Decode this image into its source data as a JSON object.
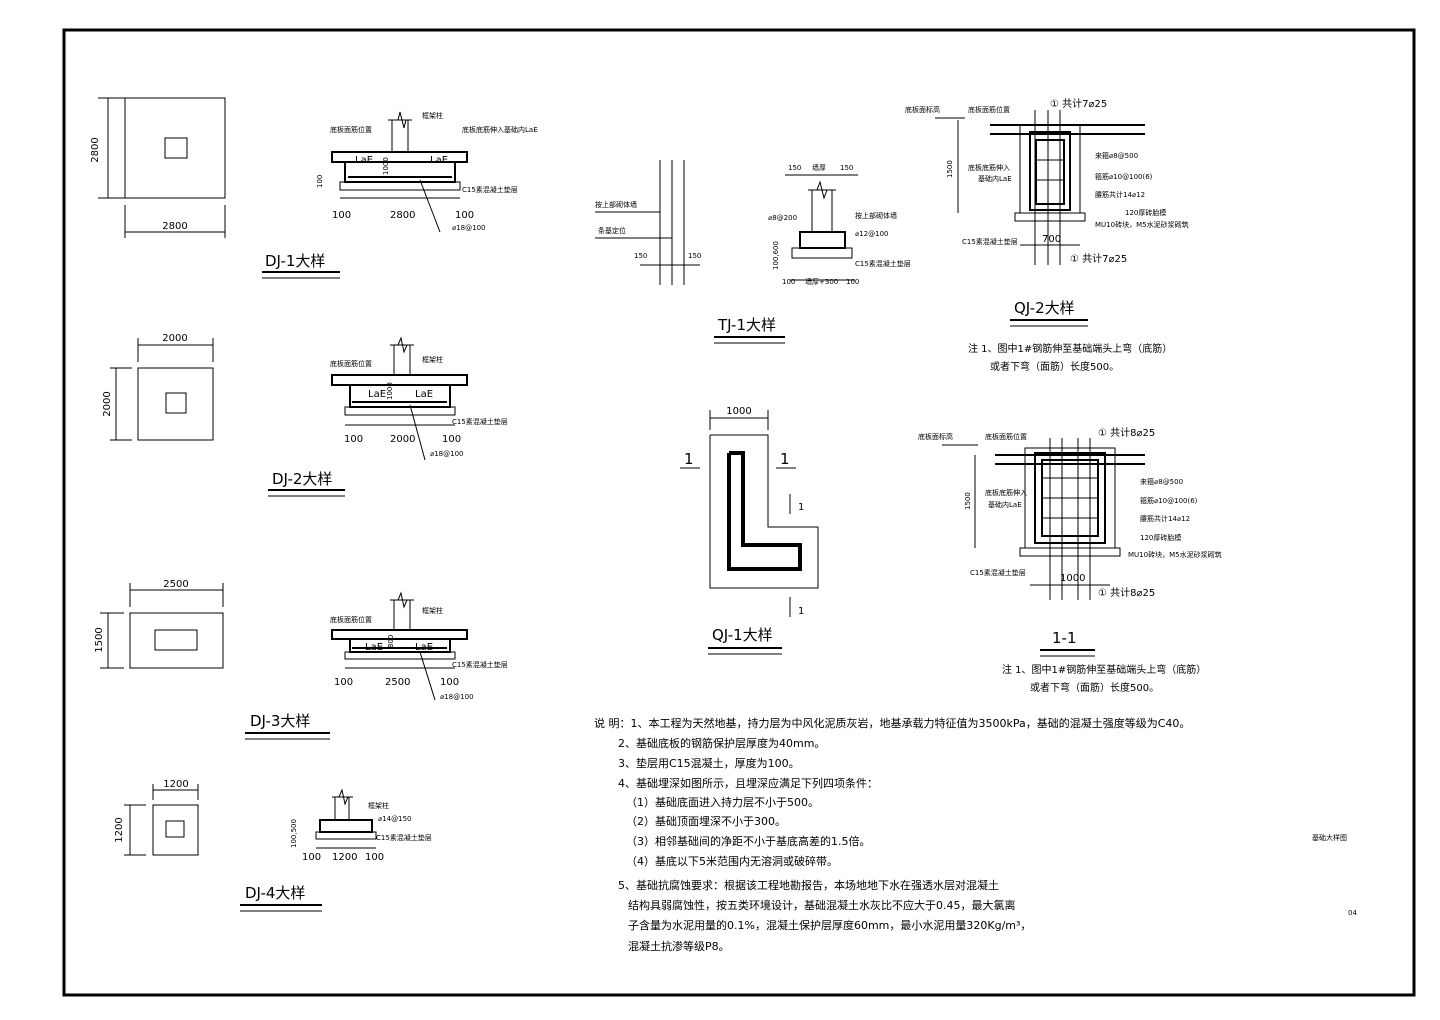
{
  "dj1": {
    "plan_dim_width": "2800",
    "plan_dim_height": "2800",
    "title": "DJ-1大样",
    "lbl_slab_top": "底板面筋位置",
    "lbl_column": "框架柱",
    "lbl_anchor": "底板底筋伸入基础内LaE",
    "lbl_lae_left": "LaE",
    "lbl_lae_right": "LaE",
    "dim_depth": "1000",
    "dim_cushion": "100",
    "lbl_c15": "C15素混凝土垫层",
    "dim_left": "100",
    "dim_base": "2800",
    "dim_right": "100",
    "lbl_rebar": "⌀18@100"
  },
  "dj2": {
    "plan_dim_width": "2000",
    "plan_dim_height": "2000",
    "title": "DJ-2大样",
    "lbl_slab_top": "底板面筋位置",
    "lbl_column": "框架柱",
    "lbl_lae_left": "LaE",
    "lbl_lae_right": "LaE",
    "dim_depth": "1000",
    "lbl_c15": "C15素混凝土垫层",
    "dim_left": "100",
    "dim_base": "2000",
    "dim_right": "100",
    "lbl_rebar": "⌀18@100"
  },
  "dj3": {
    "plan_dim_width": "2500",
    "plan_dim_height": "1500",
    "title": "DJ-3大样",
    "lbl_slab_top": "底板面筋位置",
    "lbl_column": "框架柱",
    "lbl_lae_left": "LaE",
    "lbl_lae_right": "LaE",
    "dim_depth": "800",
    "lbl_c15": "C15素混凝土垫层",
    "dim_left": "100",
    "dim_base": "2500",
    "dim_right": "100",
    "lbl_rebar": "⌀18@100"
  },
  "dj4": {
    "plan_dim_width": "1200",
    "plan_dim_height": "1200",
    "title": "DJ-4大样",
    "lbl_column": "框架柱",
    "lbl_rebar": "⌀14@150",
    "lbl_c15": "C15素混凝土垫层",
    "dim_depth": "100,500",
    "dim_left": "100",
    "dim_base": "1200",
    "dim_right": "100"
  },
  "tj1": {
    "title": "TJ-1大样",
    "lbl_wall": "按上部砌体墙",
    "lbl_plan": "条基定位",
    "dim_plan_a": "150",
    "dim_plan_b": "150",
    "dim_top_left": "150",
    "lbl_top_mid": "墙厚",
    "dim_top_right": "150",
    "lbl_rebar_top": "⌀8@200",
    "lbl_wall_r": "按上部砌体墙",
    "lbl_rebar_b": "⌀12@100",
    "dim_h": "100,600",
    "lbl_c15": "C15素混凝土垫层",
    "dim_bot": "100",
    "dim_bot_mid": "墙厚+300",
    "dim_bot_r": "100"
  },
  "qj1": {
    "title": "QJ-1大样",
    "dim_top": "1000",
    "sec_left": "1",
    "sec_right": "1",
    "sec_top": "1",
    "sec_bot": "1"
  },
  "qj2": {
    "title": "QJ-2大样",
    "lbl_slab_elev": "底板面标高",
    "lbl_slab_top": "底板面筋位置",
    "lbl_rebar_top": "① 共计7⌀25",
    "lbl_anchor": "底板底筋伸入",
    "lbl_anchor2": "基础内LaE",
    "dim_h": "1500",
    "lbl_r1": "来箍⌀8@500",
    "lbl_r2": "箍筋⌀10@100(6)",
    "lbl_r3": "腰筋共计14⌀12",
    "lbl_r4": "120厚砖胎模",
    "lbl_r5": "MU10砖块，M5水泥砂浆砌筑",
    "lbl_c15": "C15素混凝土垫层",
    "dim_w": "700",
    "lbl_rebar_bot": "① 共计7⌀25",
    "note1": "注 1、图中1#钢筋伸至基础端头上弯（底筋）",
    "note2": "或者下弯（面筋）长度500。"
  },
  "sec11": {
    "title": "1-1",
    "lbl_slab_elev": "底板面标高",
    "lbl_slab_top": "底板面筋位置",
    "lbl_rebar_top": "① 共计8⌀25",
    "lbl_anchor": "底板底筋伸入",
    "lbl_anchor2": "基础内LaE",
    "dim_h": "1500",
    "lbl_r1": "来箍⌀8@500",
    "lbl_r2": "箍筋⌀10@100(6)",
    "lbl_r3": "腰筋共计14⌀12",
    "lbl_r4": "120厚砖胎模",
    "lbl_r5": "MU10砖块，M5水泥砂浆砌筑",
    "lbl_c15": "C15素混凝土垫层",
    "dim_w": "1000",
    "lbl_rebar_bot": "① 共计8⌀25",
    "note1": "注 1、图中1#钢筋伸至基础端头上弯（底筋）",
    "note2": "或者下弯（面筋）长度500。"
  },
  "notes": {
    "n1": "说 明：1、本工程为天然地基，持力层为中风化泥质灰岩，地基承载力特征值为3500kPa，基础的混凝土强度等级为C40。",
    "n2": "2、基础底板的钢筋保护层厚度为40mm。",
    "n3": "3、垫层用C15混凝土，厚度为100。",
    "n4": "4、基础埋深如图所示，且埋深应满足下列四项条件：",
    "n4a": "（1）基础底面进入持力层不小于500。",
    "n4b": "（2）基础顶面埋深不小于300。",
    "n4c": "（3）相邻基础间的净距不小于基底高差的1.5倍。",
    "n4d": "（4）基底以下5米范围内无溶洞或破碎带。",
    "n5": "5、基础抗腐蚀要求：根据该工程地勘报告，本场地地下水在强透水层对混凝土",
    "n5b": "结构具弱腐蚀性，按五类环境设计，基础混凝土水灰比不应大于0.45，最大氯离",
    "n5c": "子含量为水泥用量的0.1%，混凝土保护层厚度60mm，最小水泥用量320Kg/m³，",
    "n5d": "混凝土抗渗等级P8。"
  },
  "titleblock": {
    "drawing_name": "基础大样图",
    "drawing_no": "04"
  }
}
